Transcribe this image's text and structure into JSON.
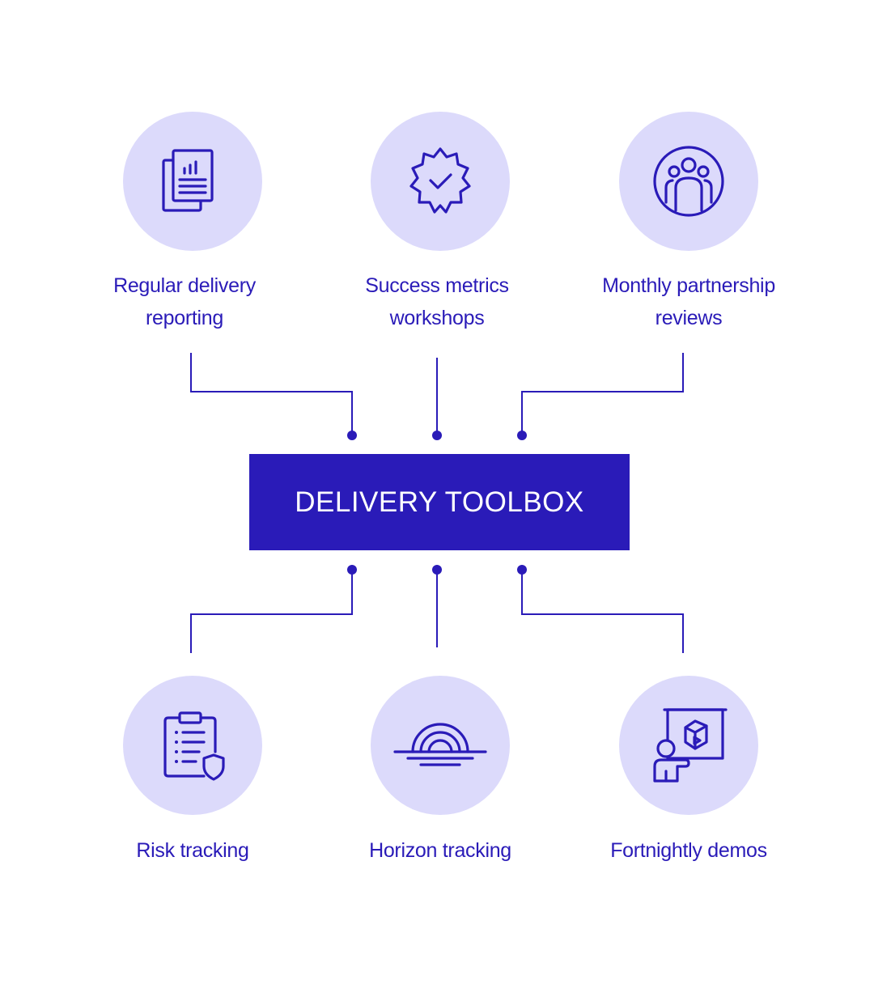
{
  "diagram": {
    "center": {
      "title": "DELIVERY TOOLBOX"
    },
    "top_items": [
      {
        "line1": "Regular delivery",
        "line2": "reporting",
        "icon": "report-document-icon"
      },
      {
        "line1": "Success metrics",
        "line2": "workshops",
        "icon": "verified-badge-icon"
      },
      {
        "line1": "Monthly partnership",
        "line2": "reviews",
        "icon": "team-group-icon"
      }
    ],
    "bottom_items": [
      {
        "line1": "Risk tracking",
        "icon": "clipboard-shield-icon"
      },
      {
        "line1": "Horizon tracking",
        "icon": "horizon-rainbow-icon"
      },
      {
        "line1": "Fortnightly demos",
        "icon": "presenter-demo-icon"
      }
    ],
    "colors": {
      "accent": "#2a1bb8",
      "circle_fill": "#dcdafb",
      "background": "#ffffff"
    }
  }
}
